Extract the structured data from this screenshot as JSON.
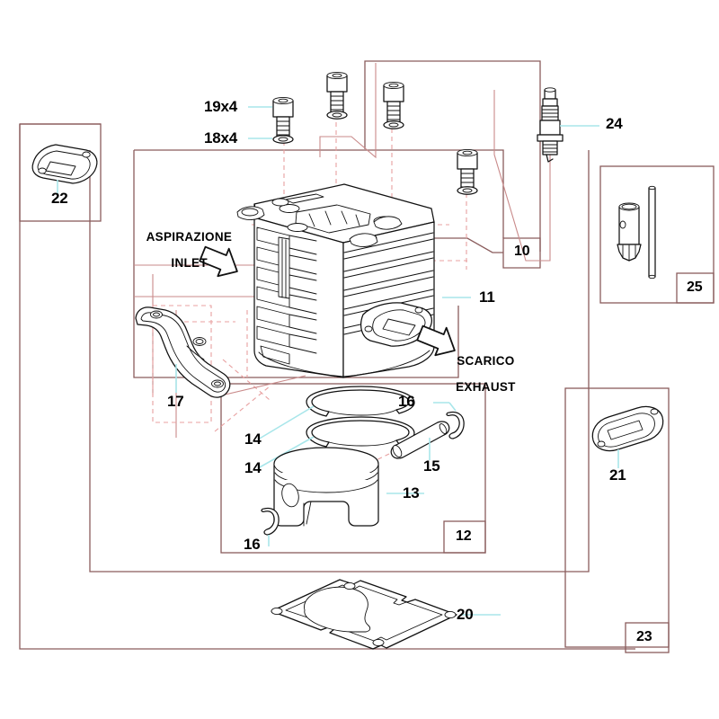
{
  "diagram": {
    "title": "Cylinder / Piston Assembly Exploded Parts Diagram",
    "colors": {
      "frame_border": "#8a5c5c",
      "construction_line": "#e8a0a0",
      "leader_line": "#a8e6ea",
      "part_outline": "#1a1a1a",
      "text": "#000000",
      "background": "#ffffff"
    }
  },
  "flow_markers": [
    {
      "name": "inlet",
      "line1": "ASPIRAZIONE",
      "line2": "INLET"
    },
    {
      "name": "exhaust",
      "line1": "SCARICO",
      "line2": "EXHAUST"
    }
  ],
  "callouts": [
    {
      "id": "19x4",
      "label": "19x4",
      "part": "socket-head-bolt",
      "qty": 4
    },
    {
      "id": "18x4",
      "label": "18x4",
      "part": "flat-washer",
      "qty": 4
    },
    {
      "id": "24",
      "label": "24",
      "part": "spark-plug"
    },
    {
      "id": "22",
      "label": "22",
      "part": "intake-gasket"
    },
    {
      "id": "10",
      "label": "10",
      "part": "group-box-bolts"
    },
    {
      "id": "11",
      "label": "11",
      "part": "cylinder"
    },
    {
      "id": "25",
      "label": "25",
      "part": "spark-plug-wrench-kit"
    },
    {
      "id": "17",
      "label": "17",
      "part": "support-bracket"
    },
    {
      "id": "14",
      "label": "14",
      "part": "piston-ring-upper"
    },
    {
      "id": "14b",
      "label": "14",
      "part": "piston-ring-lower"
    },
    {
      "id": "16",
      "label": "16",
      "part": "circlip-right"
    },
    {
      "id": "16b",
      "label": "16",
      "part": "circlip-left"
    },
    {
      "id": "15",
      "label": "15",
      "part": "piston-pin"
    },
    {
      "id": "13",
      "label": "13",
      "part": "piston"
    },
    {
      "id": "12",
      "label": "12",
      "part": "piston-assembly-box"
    },
    {
      "id": "21",
      "label": "21",
      "part": "exhaust-gasket"
    },
    {
      "id": "23",
      "label": "23",
      "part": "gasket-set-box"
    },
    {
      "id": "20",
      "label": "20",
      "part": "base-gasket"
    }
  ],
  "boxes": [
    {
      "name": "box-22",
      "number": "22"
    },
    {
      "name": "box-25",
      "number": "25"
    },
    {
      "name": "box-10",
      "number": "10"
    },
    {
      "name": "box-12",
      "number": "12"
    },
    {
      "name": "box-21-23",
      "number": "23"
    },
    {
      "name": "box-main",
      "number": ""
    }
  ]
}
